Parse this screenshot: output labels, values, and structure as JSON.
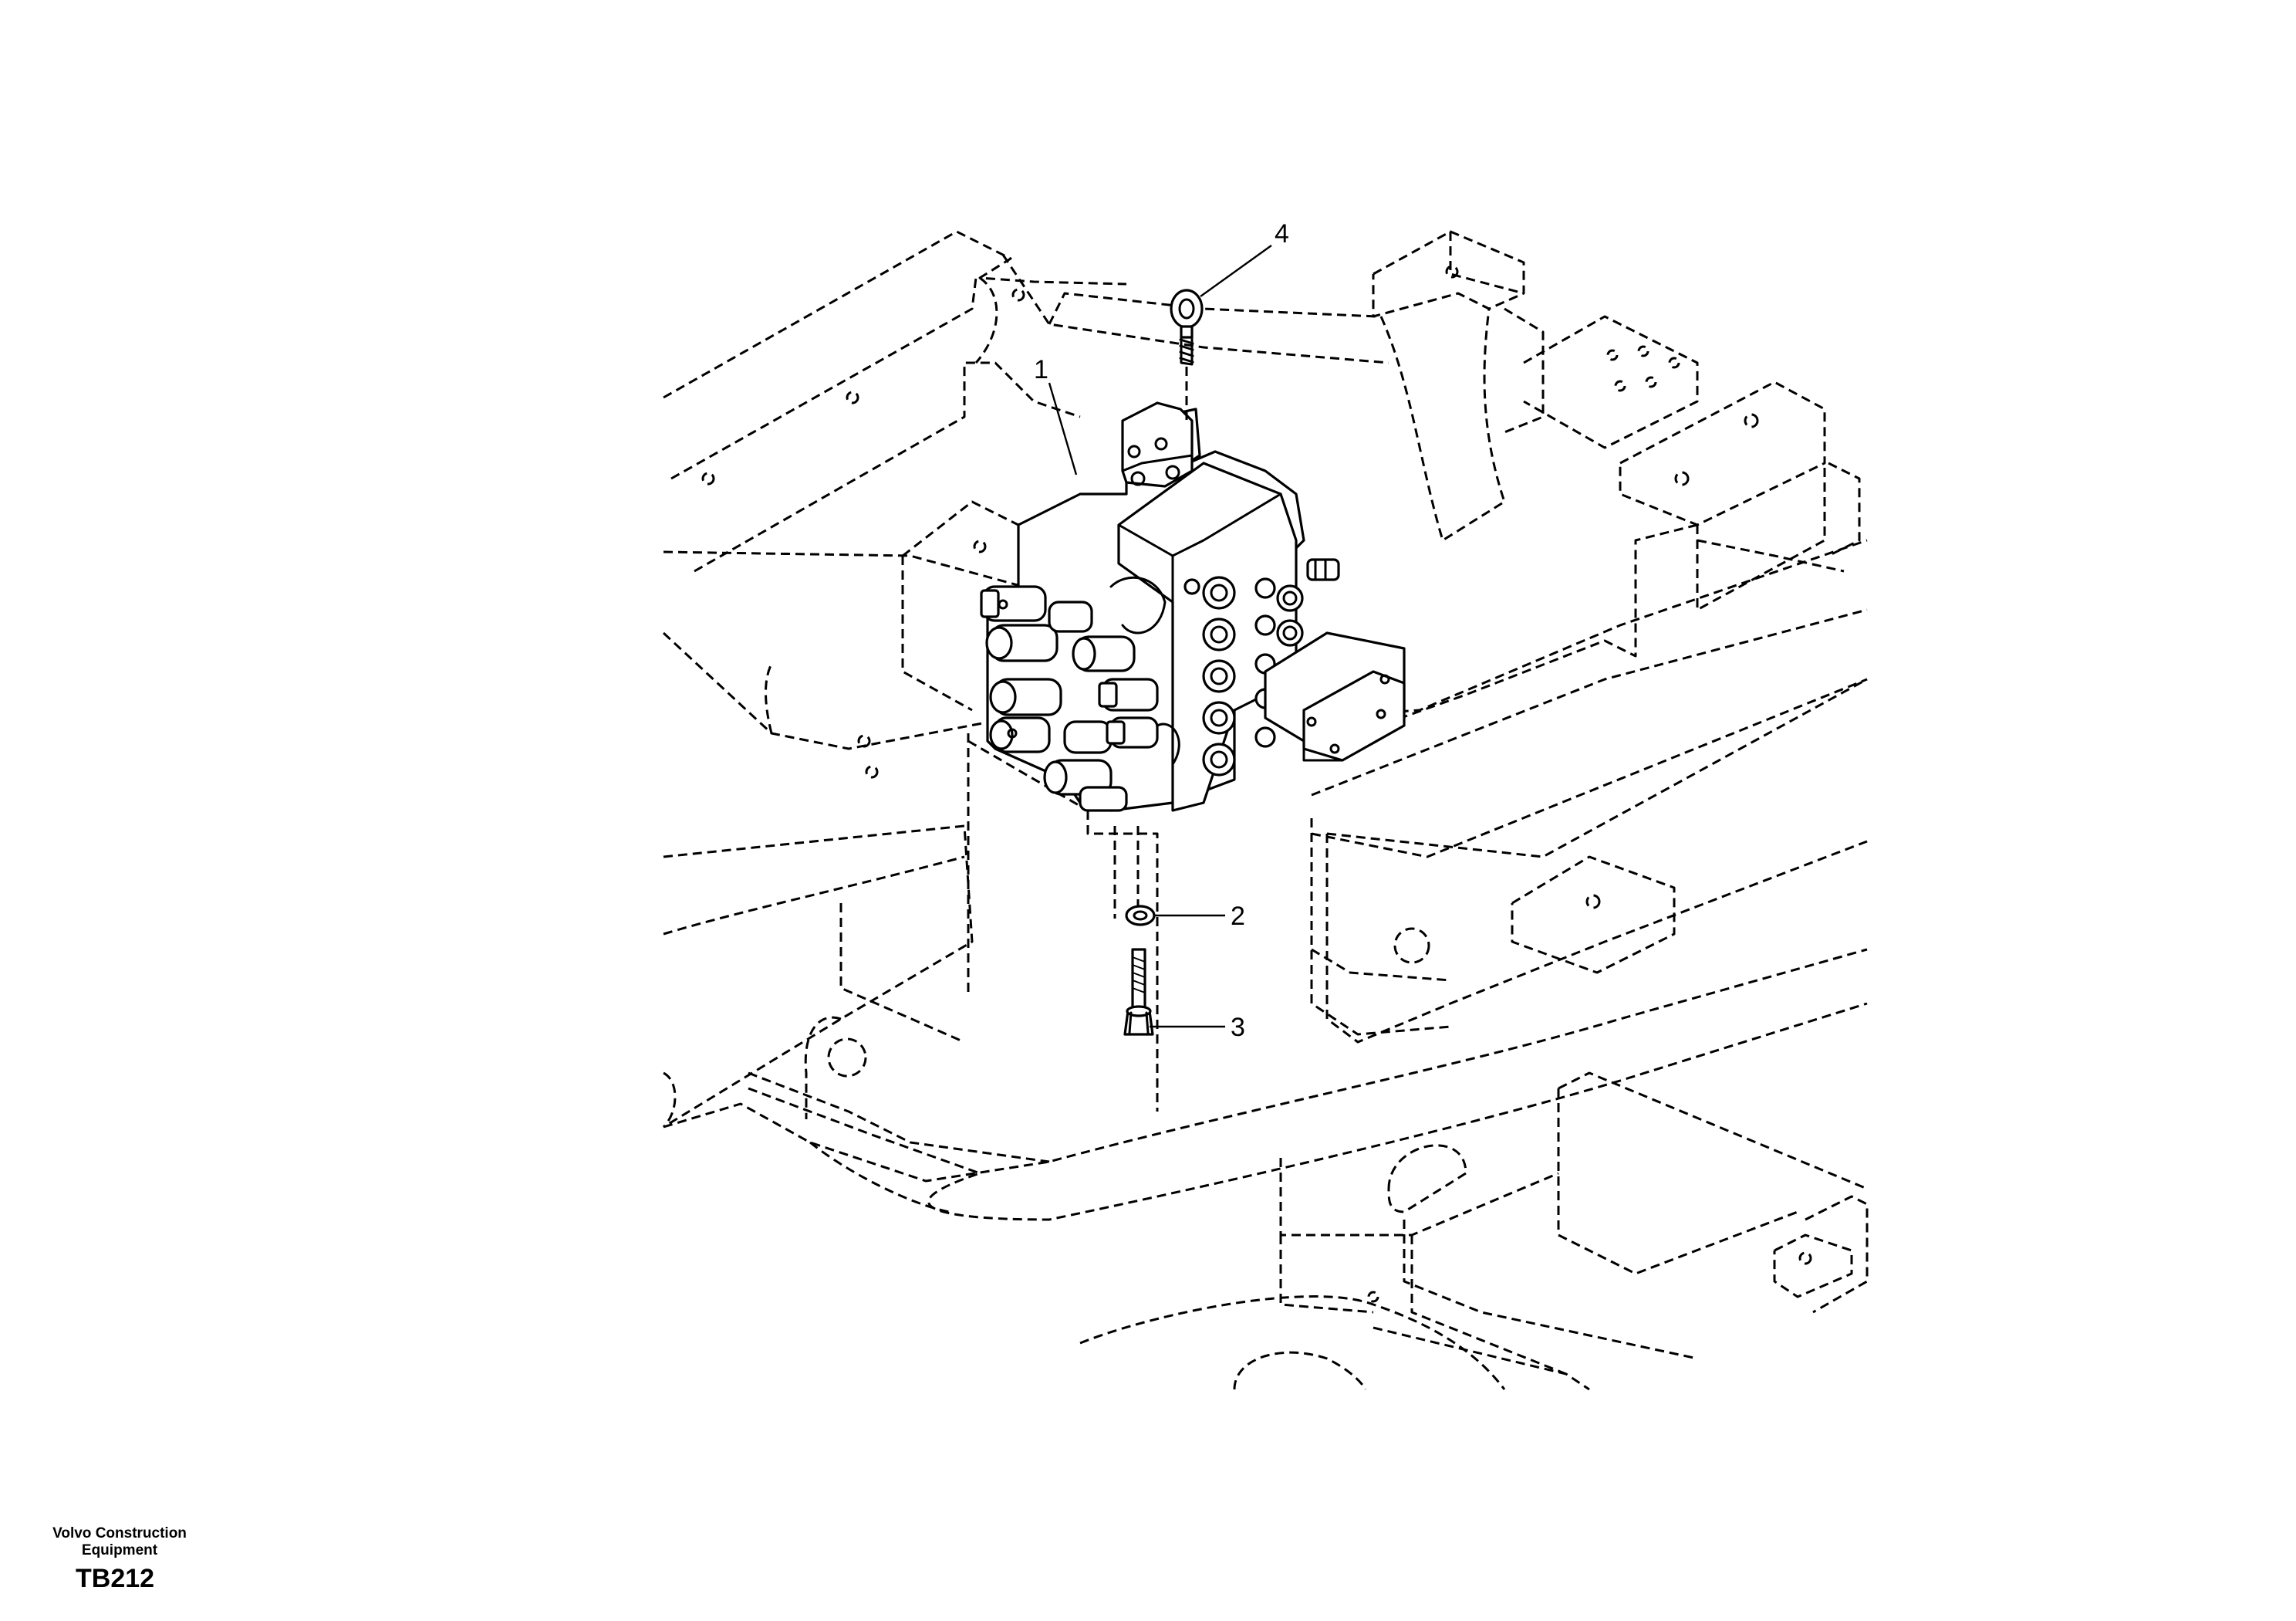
{
  "callouts": [
    {
      "id": "1",
      "label": "1"
    },
    {
      "id": "2",
      "label": "2"
    },
    {
      "id": "3",
      "label": "3"
    },
    {
      "id": "4",
      "label": "4"
    }
  ],
  "footer": {
    "brand_line1": "Volvo Construction",
    "brand_line2": "Equipment",
    "code": "TB212"
  }
}
